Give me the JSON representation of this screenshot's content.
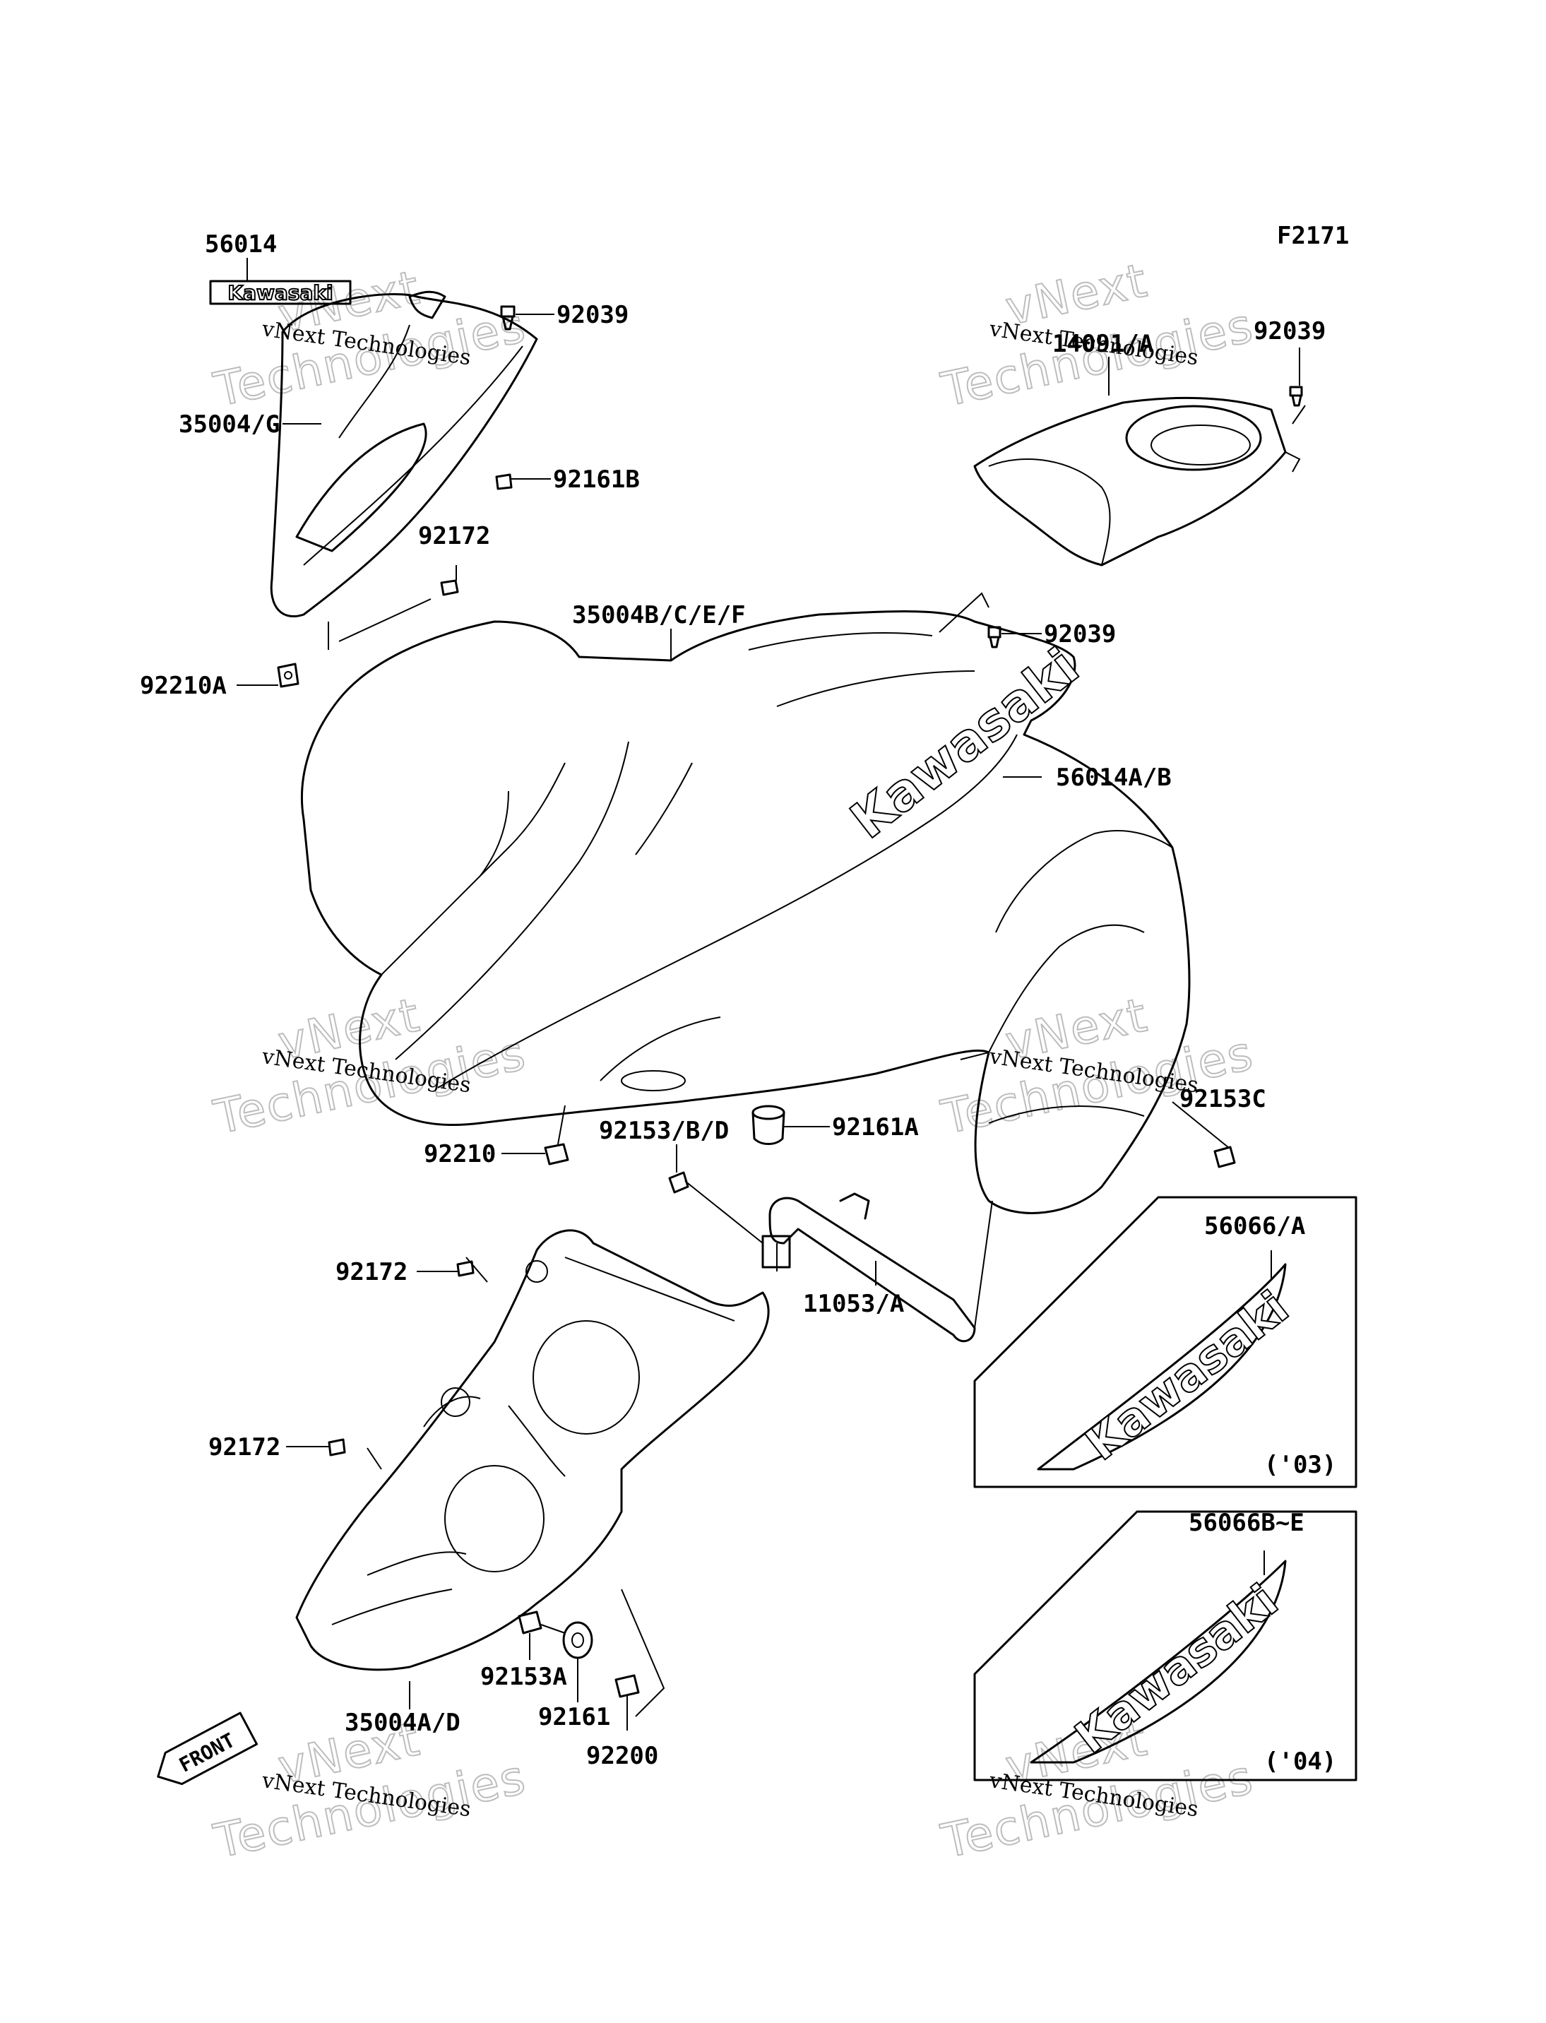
{
  "figure_code": "F2171",
  "labels": {
    "l56014": "56014",
    "l92039_top": "92039",
    "l35004g": "35004/G",
    "l92161b": "92161B",
    "l92172_top": "92172",
    "l92210a": "92210A",
    "l14091": "14091/A",
    "l92039_right": "92039",
    "l35004bcef": "35004B/C/E/F",
    "l92039_mid": "92039",
    "l56014ab": "56014A/B",
    "l92153c": "92153C",
    "l92161a": "92161A",
    "l92153bd": "92153/B/D",
    "l92210": "92210",
    "l92172_mid": "92172",
    "l11053a": "11053/A",
    "l56066a": "56066/A",
    "l92172_low": "92172",
    "l03": "('03)",
    "l56066be": "56066B~E",
    "l04": "('04)",
    "l92153a": "92153A",
    "l92161": "92161",
    "l92200": "92200",
    "l35004ad": "35004A/D"
  },
  "logo_text": "Kawasaki",
  "front_badge": "FRONT",
  "watermark": {
    "line1": "vNext Technologies",
    "line2": "Technologies",
    "line3": "vNext"
  }
}
